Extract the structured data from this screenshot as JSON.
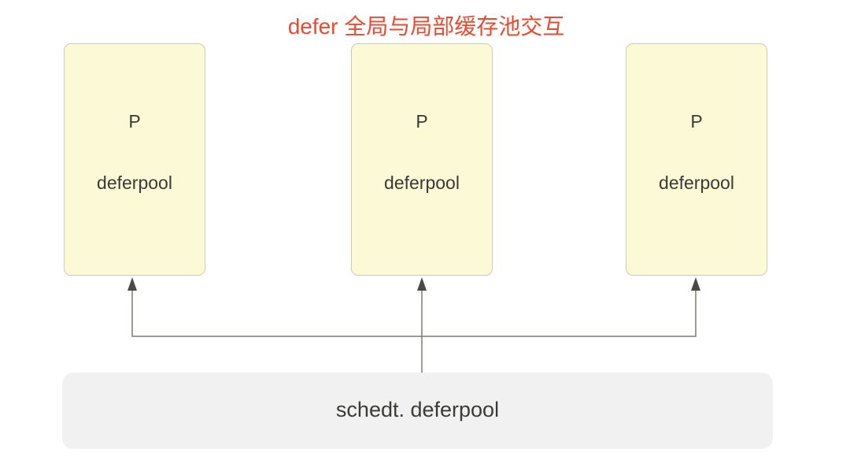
{
  "title": "defer 全局与局部缓存池交互",
  "processors": [
    {
      "name": "P",
      "pool": "deferpool"
    },
    {
      "name": "P",
      "pool": "deferpool"
    },
    {
      "name": "P",
      "pool": "deferpool"
    }
  ],
  "global_pool": {
    "label": "schedt. deferpool"
  },
  "colors": {
    "title": "#ea4a2f",
    "p_box": "#fcf9d6",
    "global_box": "#f1f1f1",
    "arrow": "#4a4a44"
  }
}
